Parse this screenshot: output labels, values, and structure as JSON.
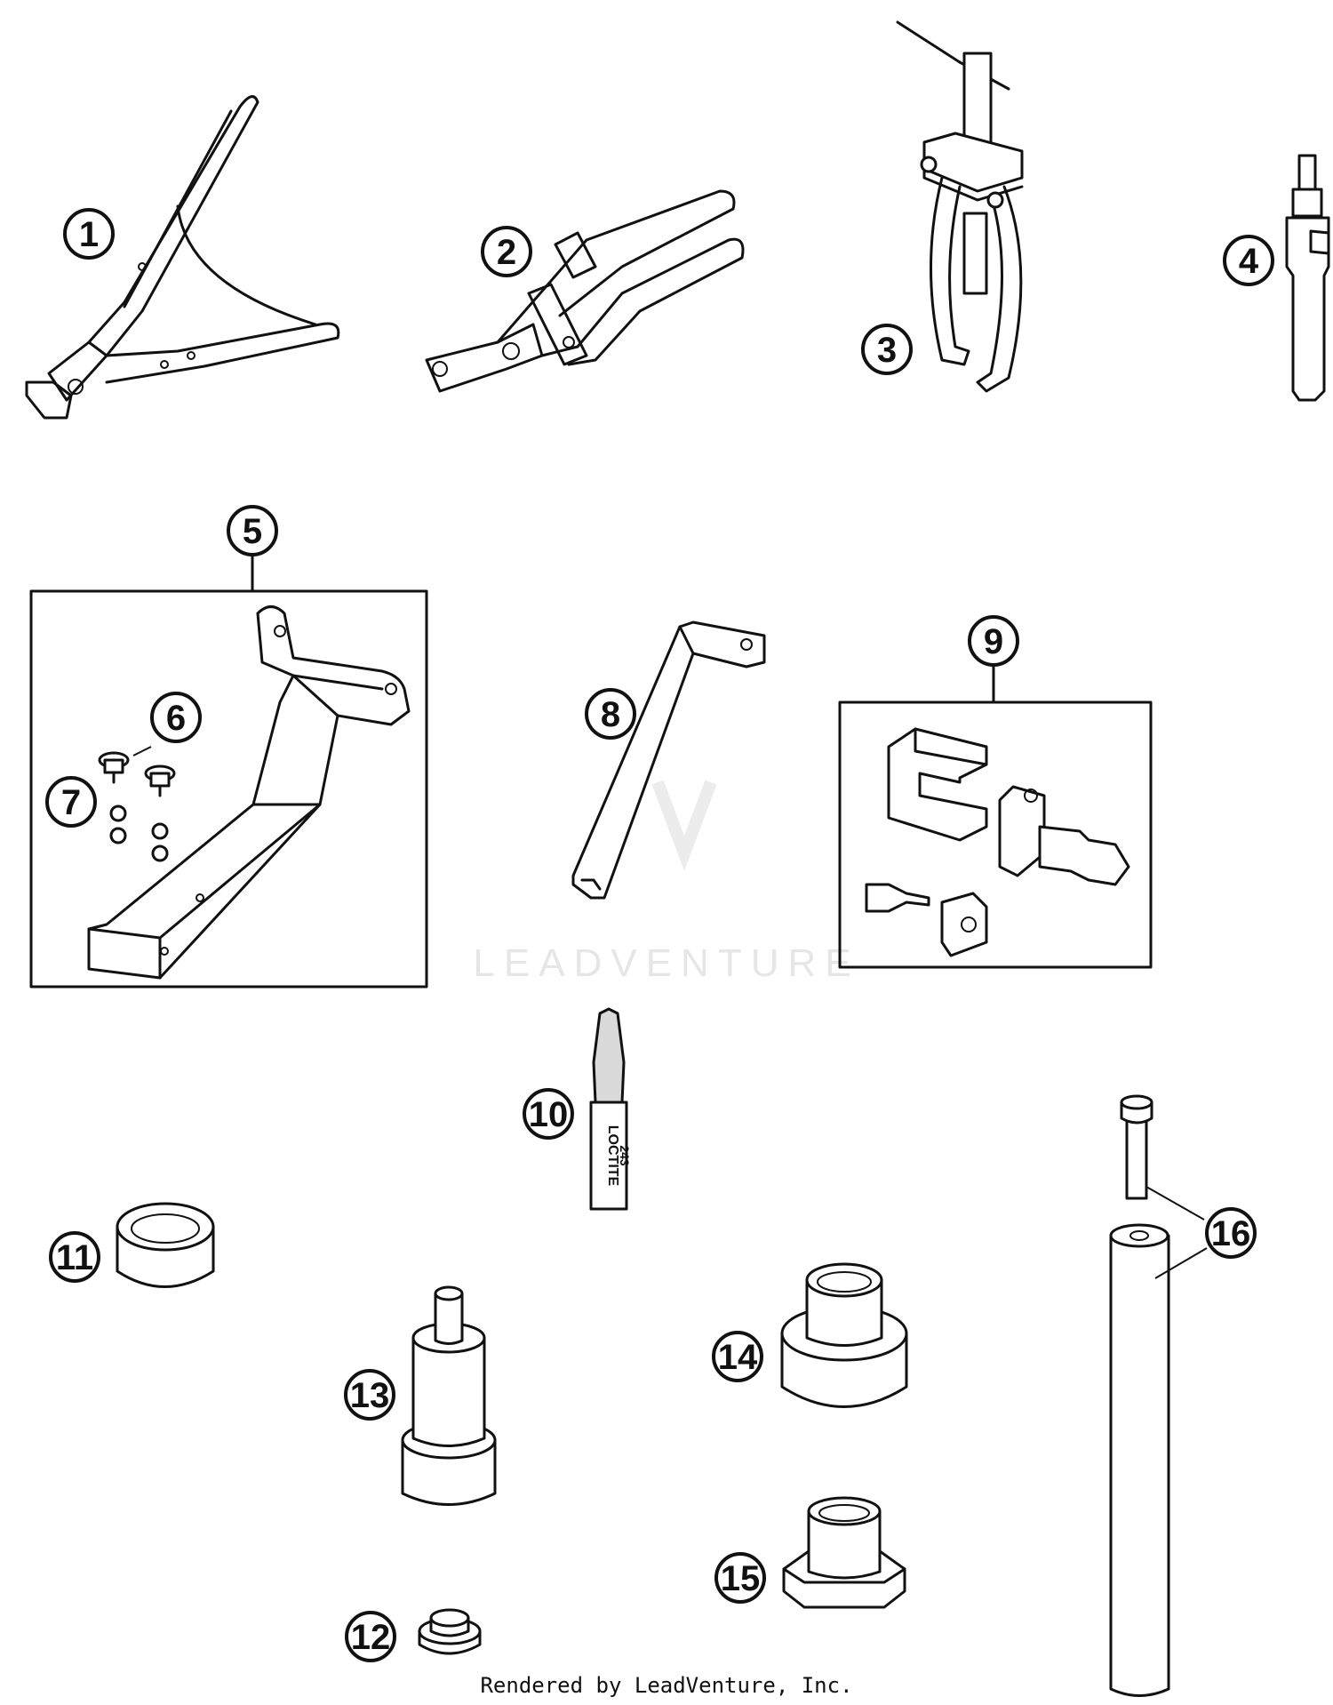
{
  "callouts": {
    "c1": "1",
    "c2": "2",
    "c3": "3",
    "c4": "4",
    "c5": "5",
    "c6": "6",
    "c7": "7",
    "c8": "8",
    "c9": "9",
    "c10": "10",
    "c11": "11",
    "c12": "12",
    "c13": "13",
    "c14": "14",
    "c15": "15",
    "c16": "16"
  },
  "watermark": "LEADVENTURE",
  "tube_label": {
    "line1": "LOCTITE",
    "line2": "243"
  },
  "footer": "Rendered by LeadVenture, Inc."
}
